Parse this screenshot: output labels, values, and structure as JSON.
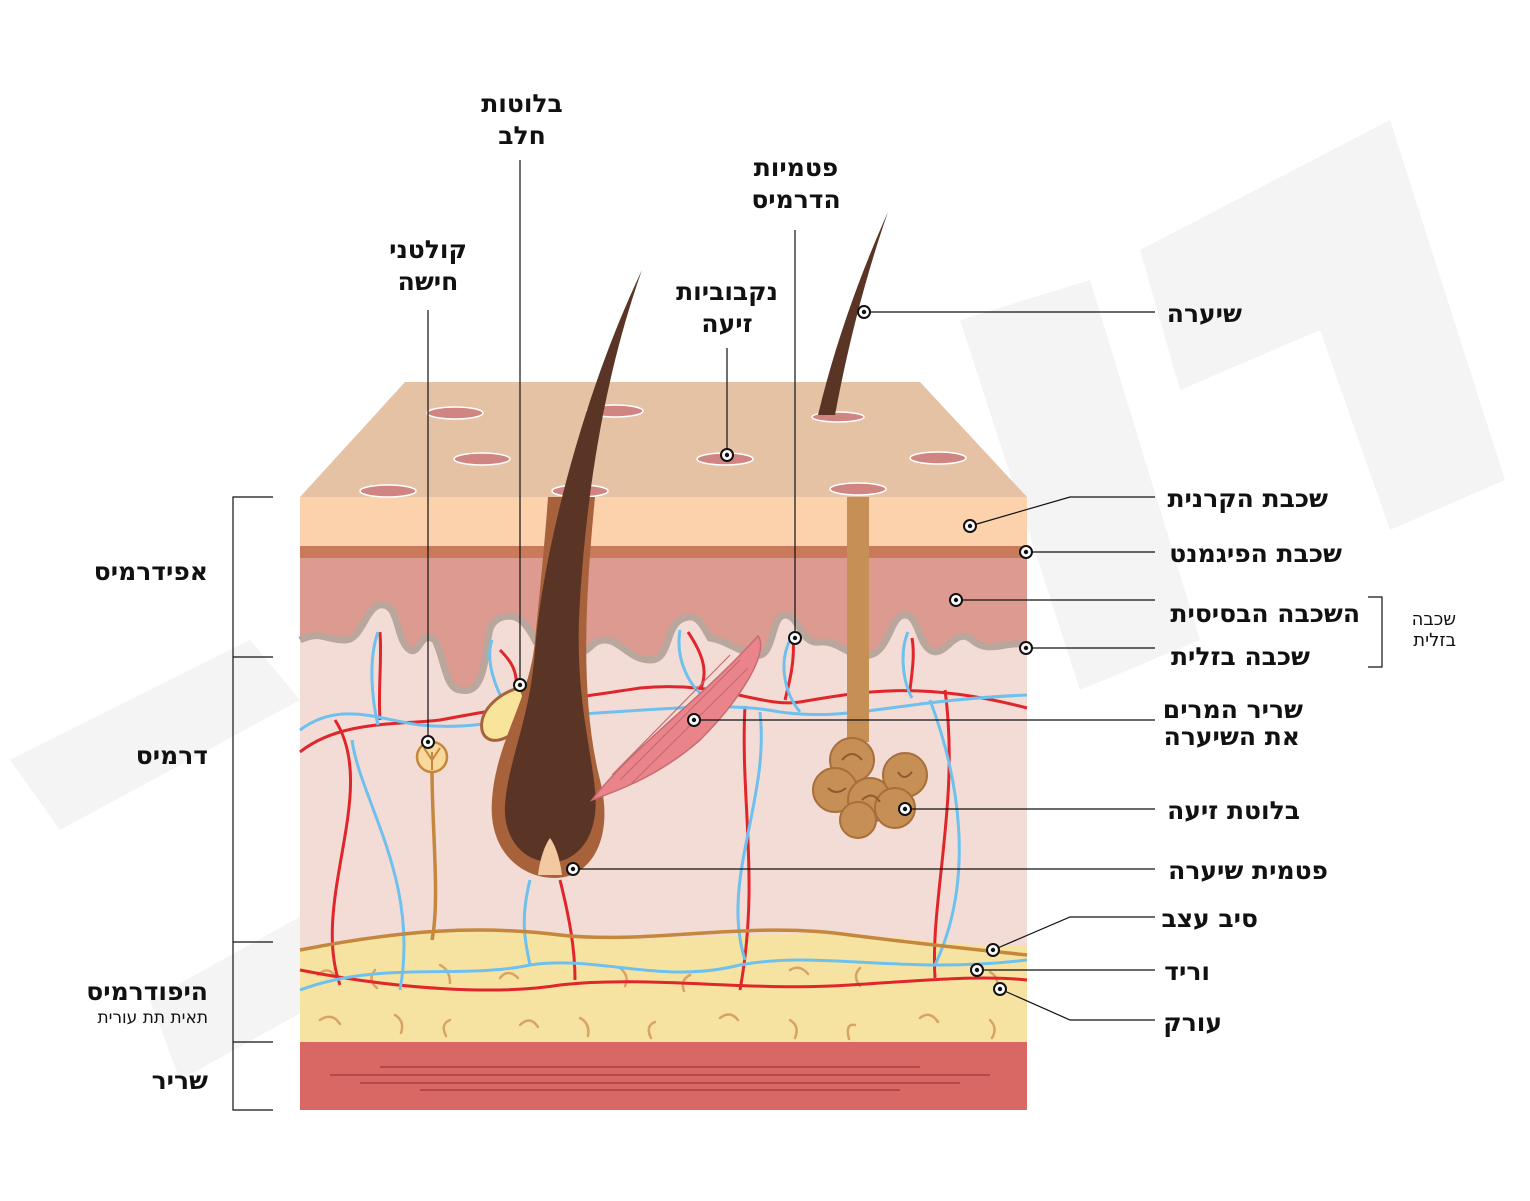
{
  "labels": {
    "hair": "שיערה",
    "stratum_corneum": "שכבת הקרנית",
    "pigment_layer": "שכבת הפיגמנט",
    "stratum_basale": "השכבה הבסיסית",
    "basal_layer": "שכבה בזלית",
    "basal_layer_group_line1": "שכבה",
    "basal_layer_group_line2": "בזלית",
    "arrector_line1": "שריר המרים",
    "arrector_line2": "את השיערה",
    "sweat_gland": "בלוטת זיעה",
    "hair_papilla": "פטמית שיערה",
    "nerve_fiber": "סיב עצב",
    "vein": "וריד",
    "artery": "עורק",
    "sebaceous_line1": "בלוטות",
    "sebaceous_line2": "חלב",
    "receptor_line1": "קולטני",
    "receptor_line2": "חישה",
    "dermal_papillae_line1": "פטמיות",
    "dermal_papillae_line2": "הדרמיס",
    "sweat_pores_line1": "נקבוביות",
    "sweat_pores_line2": "זיעה"
  },
  "regions": {
    "epidermis": "אפידרמיס",
    "dermis": "דרמיס",
    "hypodermis": "היפודרמיס",
    "hypodermis_sub": "תאית תת עורית",
    "muscle": "שריר"
  },
  "colors": {
    "surface": "#e5c2a4",
    "corneum": "#fcd2ad",
    "pigment": "#c97a5a",
    "basale": "#dd9a90",
    "dermis": "#f3dcd6",
    "fat": "#f7e3a1",
    "muscle": "#d96763",
    "hair": "#5a3526",
    "follicle": "#a8623b",
    "gland": "#c68f56",
    "artery": "#e0262b",
    "vein": "#6ec1ee",
    "nerve": "#c5873e"
  }
}
